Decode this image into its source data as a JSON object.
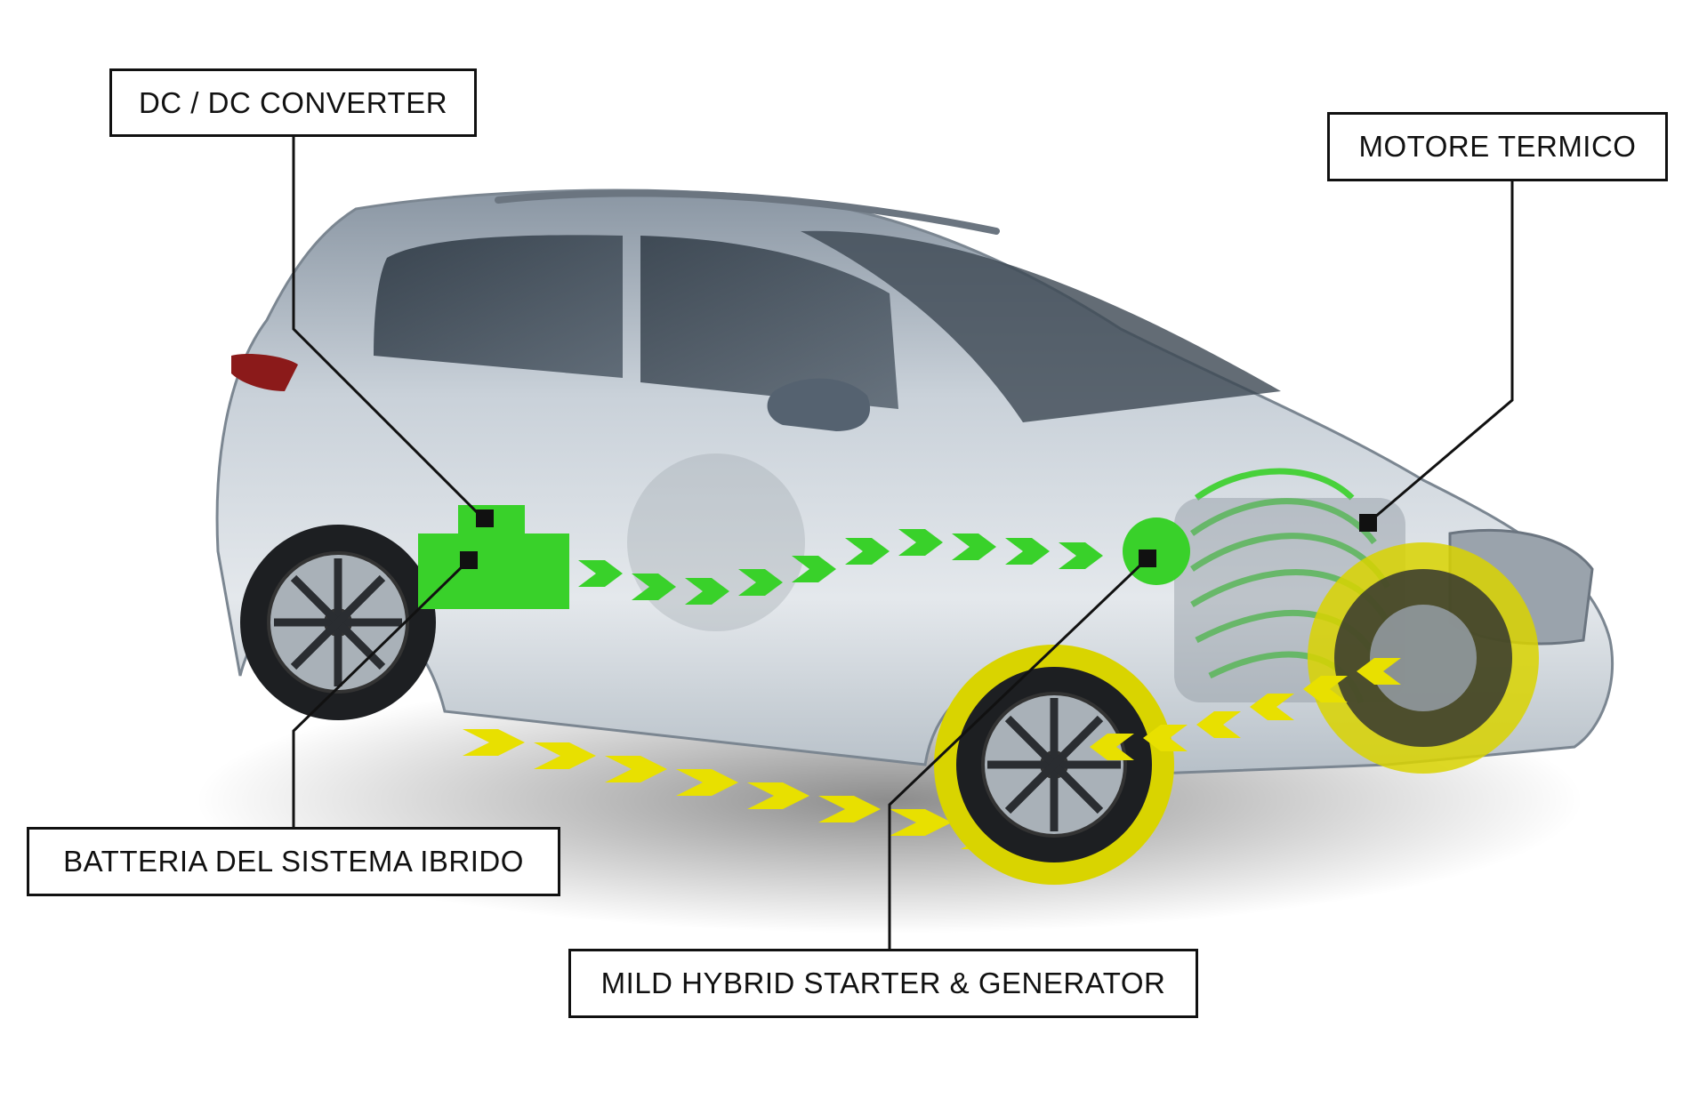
{
  "labels": {
    "dc_converter": "DC / DC CONVERTER",
    "motore_termico": "MOTORE TERMICO",
    "batteria": "BATTERIA DEL SISTEMA IBRIDO",
    "starter_generator": "MILD HYBRID STARTER & GENERATOR"
  },
  "colors": {
    "energy_flow": "#39d12a",
    "mechanical_flow": "#e8e000",
    "car_body": "#b8c2cc",
    "callout": "#111111"
  }
}
